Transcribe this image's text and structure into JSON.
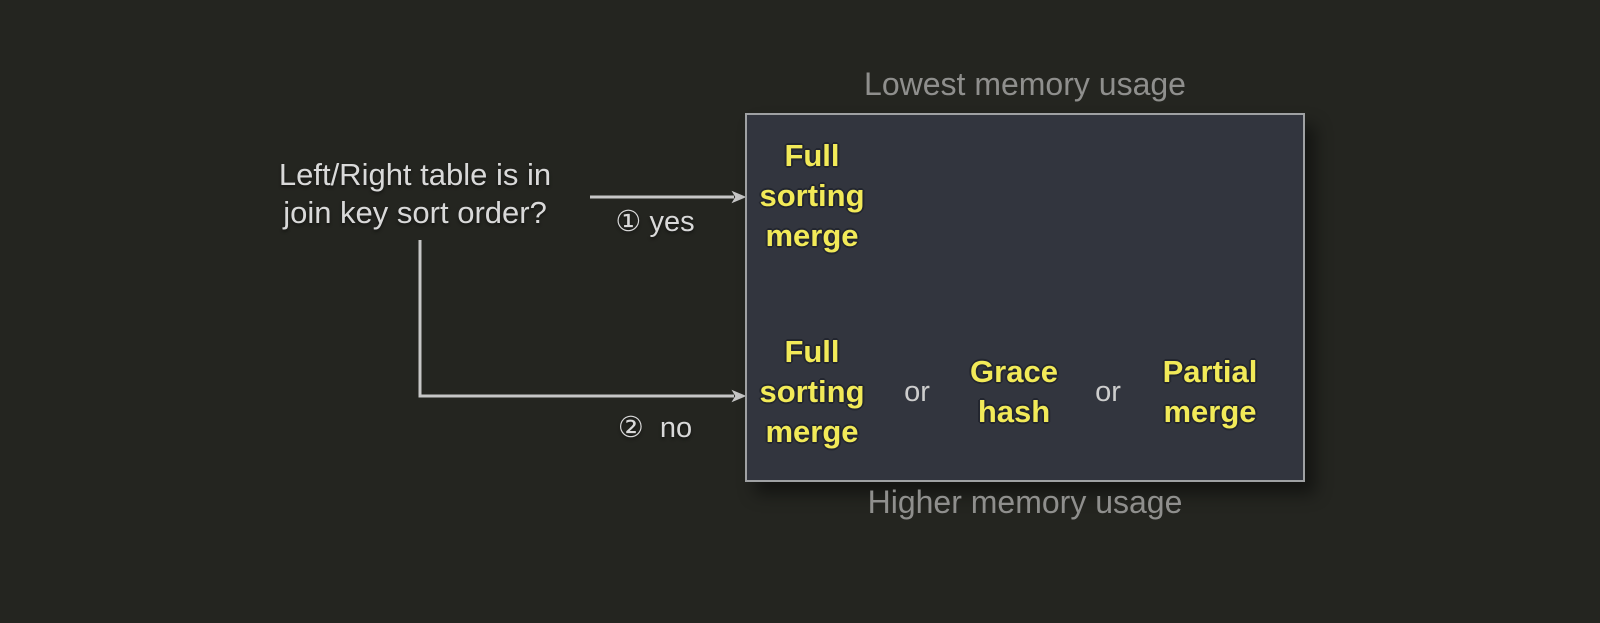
{
  "colors": {
    "background": "#242520",
    "box-fill": "#32353e",
    "box-border": "#9fa1a3",
    "yellow": "#f2ea58",
    "yellow-outline": "#23262f",
    "gray-label": "#8f8f8d",
    "light-text": "#d9d9d9",
    "or-text": "#cdcdcd",
    "arrow": "#c6c6c6"
  },
  "question": {
    "line1": "Left/Right table is in",
    "line2": "join key sort order?"
  },
  "branches": {
    "yes_label": "① yes",
    "no_label": "②  no"
  },
  "memory_scale": {
    "top_label": "Lowest memory usage",
    "bottom_label": "Higher memory usage"
  },
  "options": {
    "or_label": "or",
    "sorted_row": {
      "lines": [
        "Full",
        "sorting",
        "merge"
      ]
    },
    "unsorted_row": [
      {
        "lines": [
          "Full",
          "sorting",
          "merge"
        ]
      },
      {
        "lines": [
          "Grace",
          "hash"
        ]
      },
      {
        "lines": [
          "Partial",
          "merge"
        ]
      }
    ]
  }
}
